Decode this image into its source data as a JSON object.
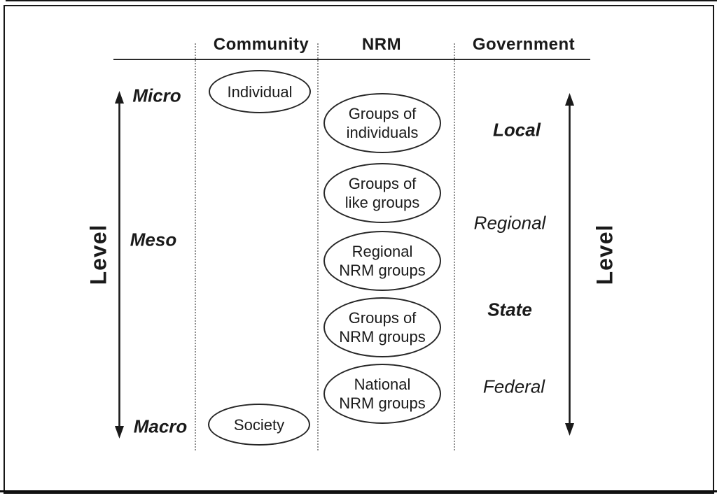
{
  "columns": [
    {
      "label": "Community"
    },
    {
      "label": "NRM"
    },
    {
      "label": "Government"
    }
  ],
  "left_axis": {
    "label": "Level",
    "levels": [
      {
        "label": "Micro"
      },
      {
        "label": "Meso"
      },
      {
        "label": "Macro"
      }
    ]
  },
  "right_axis": {
    "label": "Level",
    "levels": [
      {
        "label": "Local"
      },
      {
        "label": "Regional"
      },
      {
        "label": "State"
      },
      {
        "label": "Federal"
      }
    ]
  },
  "community_column": {
    "nodes": [
      {
        "label": "Individual"
      },
      {
        "label": "Society"
      }
    ]
  },
  "nrm_column": {
    "nodes": [
      {
        "line1": "Groups of",
        "line2": "individuals"
      },
      {
        "line1": "Groups of",
        "line2": "like groups"
      },
      {
        "line1": "Regional",
        "line2": "NRM groups"
      },
      {
        "line1": "Groups of",
        "line2": "NRM groups"
      },
      {
        "line1": "National",
        "line2": "NRM groups"
      }
    ]
  },
  "colors": {
    "ink": "#1a1a1a",
    "ellipse_border": "#262626",
    "dotted_divider": "#8f8f8f",
    "background": "#ffffff"
  }
}
